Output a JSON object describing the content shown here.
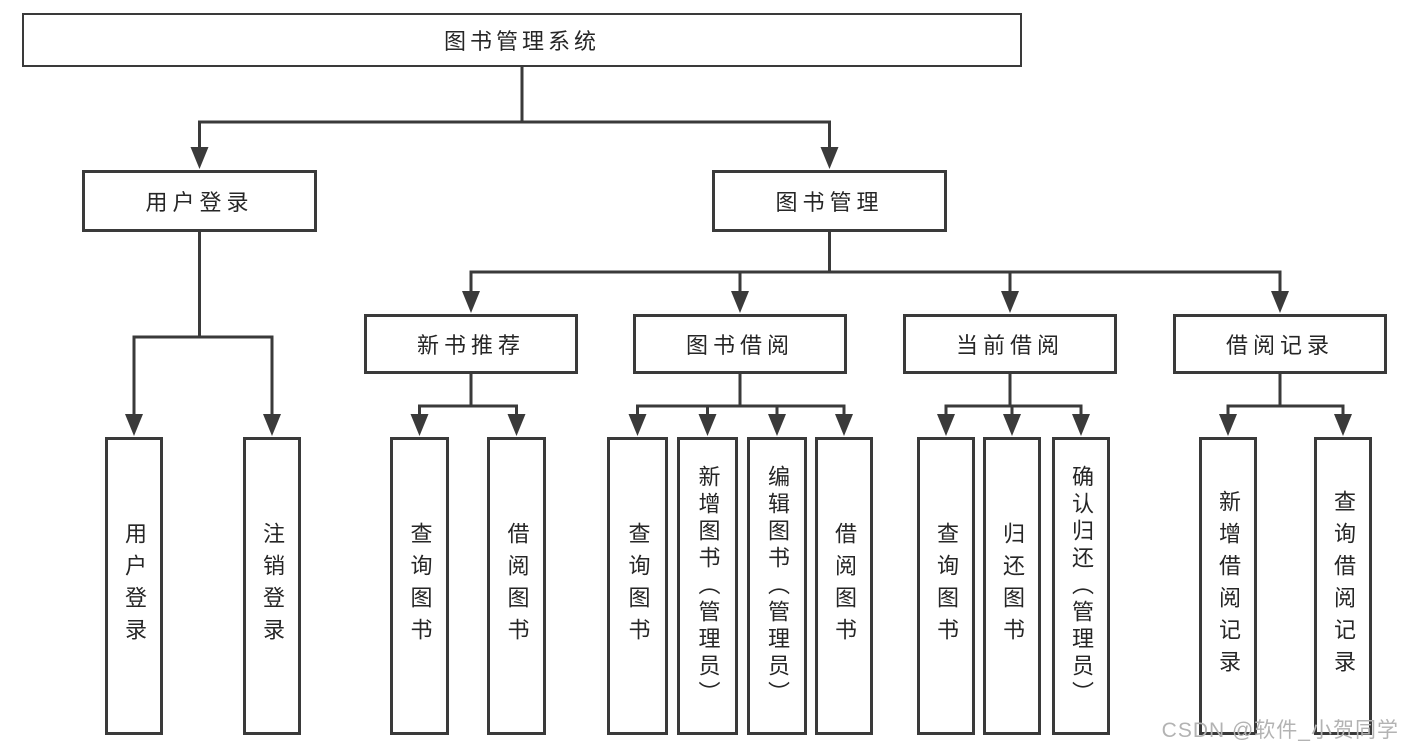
{
  "colors": {
    "line": "#3a3a3a",
    "box_background": "#ffffff",
    "text": "#262626",
    "watermark_text_color": "#b3b3b3"
  },
  "watermark": {
    "text": "CSDN @软件_小贺同学"
  },
  "tree": {
    "root": {
      "label": "图书管理系统",
      "children": [
        {
          "label": "用户登录",
          "children": [
            {
              "label": "用户登录"
            },
            {
              "label": "注销登录"
            }
          ]
        },
        {
          "label": "图书管理",
          "children": [
            {
              "label": "新书推荐",
              "children": [
                {
                  "label": "查询图书"
                },
                {
                  "label": "借阅图书"
                }
              ]
            },
            {
              "label": "图书借阅",
              "children": [
                {
                  "label": "查询图书"
                },
                {
                  "label": "新增图书（管理员）"
                },
                {
                  "label": "编辑图书（管理员）"
                },
                {
                  "label": "借阅图书"
                }
              ]
            },
            {
              "label": "当前借阅",
              "children": [
                {
                  "label": "查询图书"
                },
                {
                  "label": "归还图书"
                },
                {
                  "label": "确认归还（管理员）"
                }
              ]
            },
            {
              "label": "借阅记录",
              "children": [
                {
                  "label": "新增借阅记录"
                },
                {
                  "label": "查询借阅记录"
                }
              ]
            }
          ]
        }
      ]
    }
  }
}
